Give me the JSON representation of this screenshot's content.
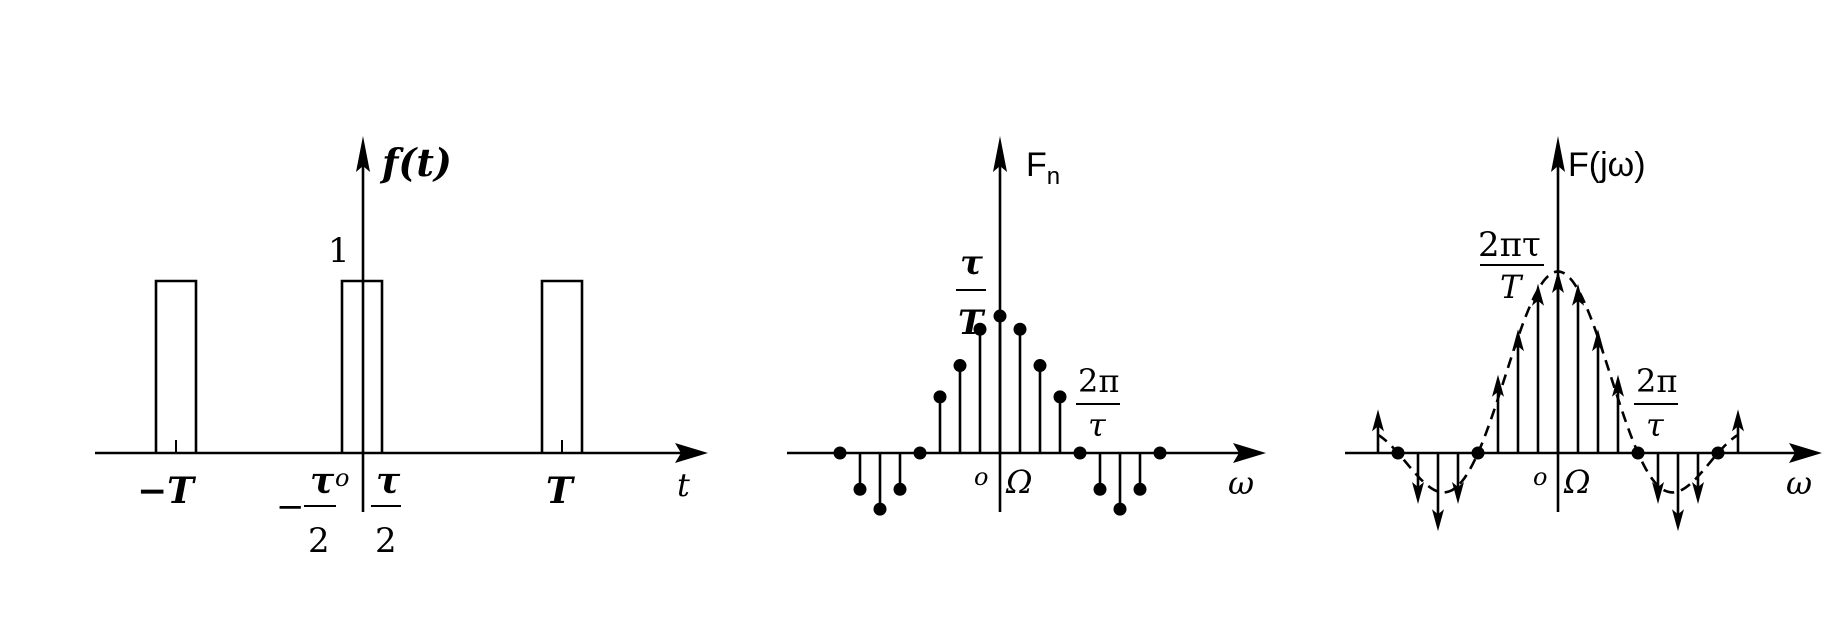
{
  "panel1": {
    "ylabel": "f(t)",
    "pulse_height": "1",
    "tick_minus_T": "−T",
    "tick_T": "T",
    "tick_neg_tau": "τ",
    "tick_neg_sign": "−",
    "tick_neg_den": "2",
    "tick_pos_tau": "τ",
    "tick_pos_den": "2",
    "origin": "o",
    "xlabel": "t"
  },
  "panel2": {
    "ylabel_main": "F",
    "ylabel_sub": "n",
    "peak_num": "τ",
    "peak_den": "T",
    "zero_num": "2π",
    "zero_den": "τ",
    "origin": "o",
    "tick_omega": "Ω",
    "xlabel": "ω"
  },
  "panel3": {
    "ylabel": "F(jω)",
    "peak_num": "2πτ",
    "peak_den": "T",
    "zero_num": "2π",
    "zero_den": "τ",
    "origin": "o",
    "tick_omega": "Ω",
    "xlabel": "ω"
  },
  "chart_data": [
    {
      "type": "line",
      "title": "",
      "description_of_curve": "periodic rectangular pulse train",
      "x_ticks": [
        "−T",
        "−τ/2",
        "τ/2",
        "T"
      ],
      "pulse_height": 1,
      "pulses_centered_at": [
        "−T",
        "0",
        "T"
      ]
    },
    {
      "type": "scatter",
      "title": "",
      "x_units": "Ω",
      "n": [
        -8,
        -7,
        -6,
        -5,
        -4,
        -3,
        -2,
        -1,
        0,
        1,
        2,
        3,
        4,
        5,
        6,
        7,
        8
      ],
      "values": [
        0,
        -0.22,
        -0.34,
        -0.22,
        0,
        0.34,
        0.53,
        0.75,
        0.83,
        0.75,
        0.53,
        0.34,
        0,
        -0.22,
        -0.34,
        -0.22,
        0
      ],
      "peak_label": "τ/T",
      "zero_label": "2π/τ"
    },
    {
      "type": "line",
      "title": "",
      "x_units": "Ω",
      "n": [
        -9,
        -8,
        -7,
        -6,
        -5,
        -4,
        -3,
        -2,
        -1,
        0,
        1,
        2,
        3,
        4,
        5,
        6,
        7,
        8,
        9
      ],
      "values": [
        0.24,
        0,
        -0.28,
        -0.43,
        -0.28,
        0,
        0.43,
        0.68,
        0.93,
        1.0,
        0.93,
        0.68,
        0.43,
        0,
        -0.28,
        -0.43,
        -0.28,
        0,
        0.24
      ],
      "peak_label": "2πτ/T",
      "zero_label": "2π/τ"
    }
  ]
}
